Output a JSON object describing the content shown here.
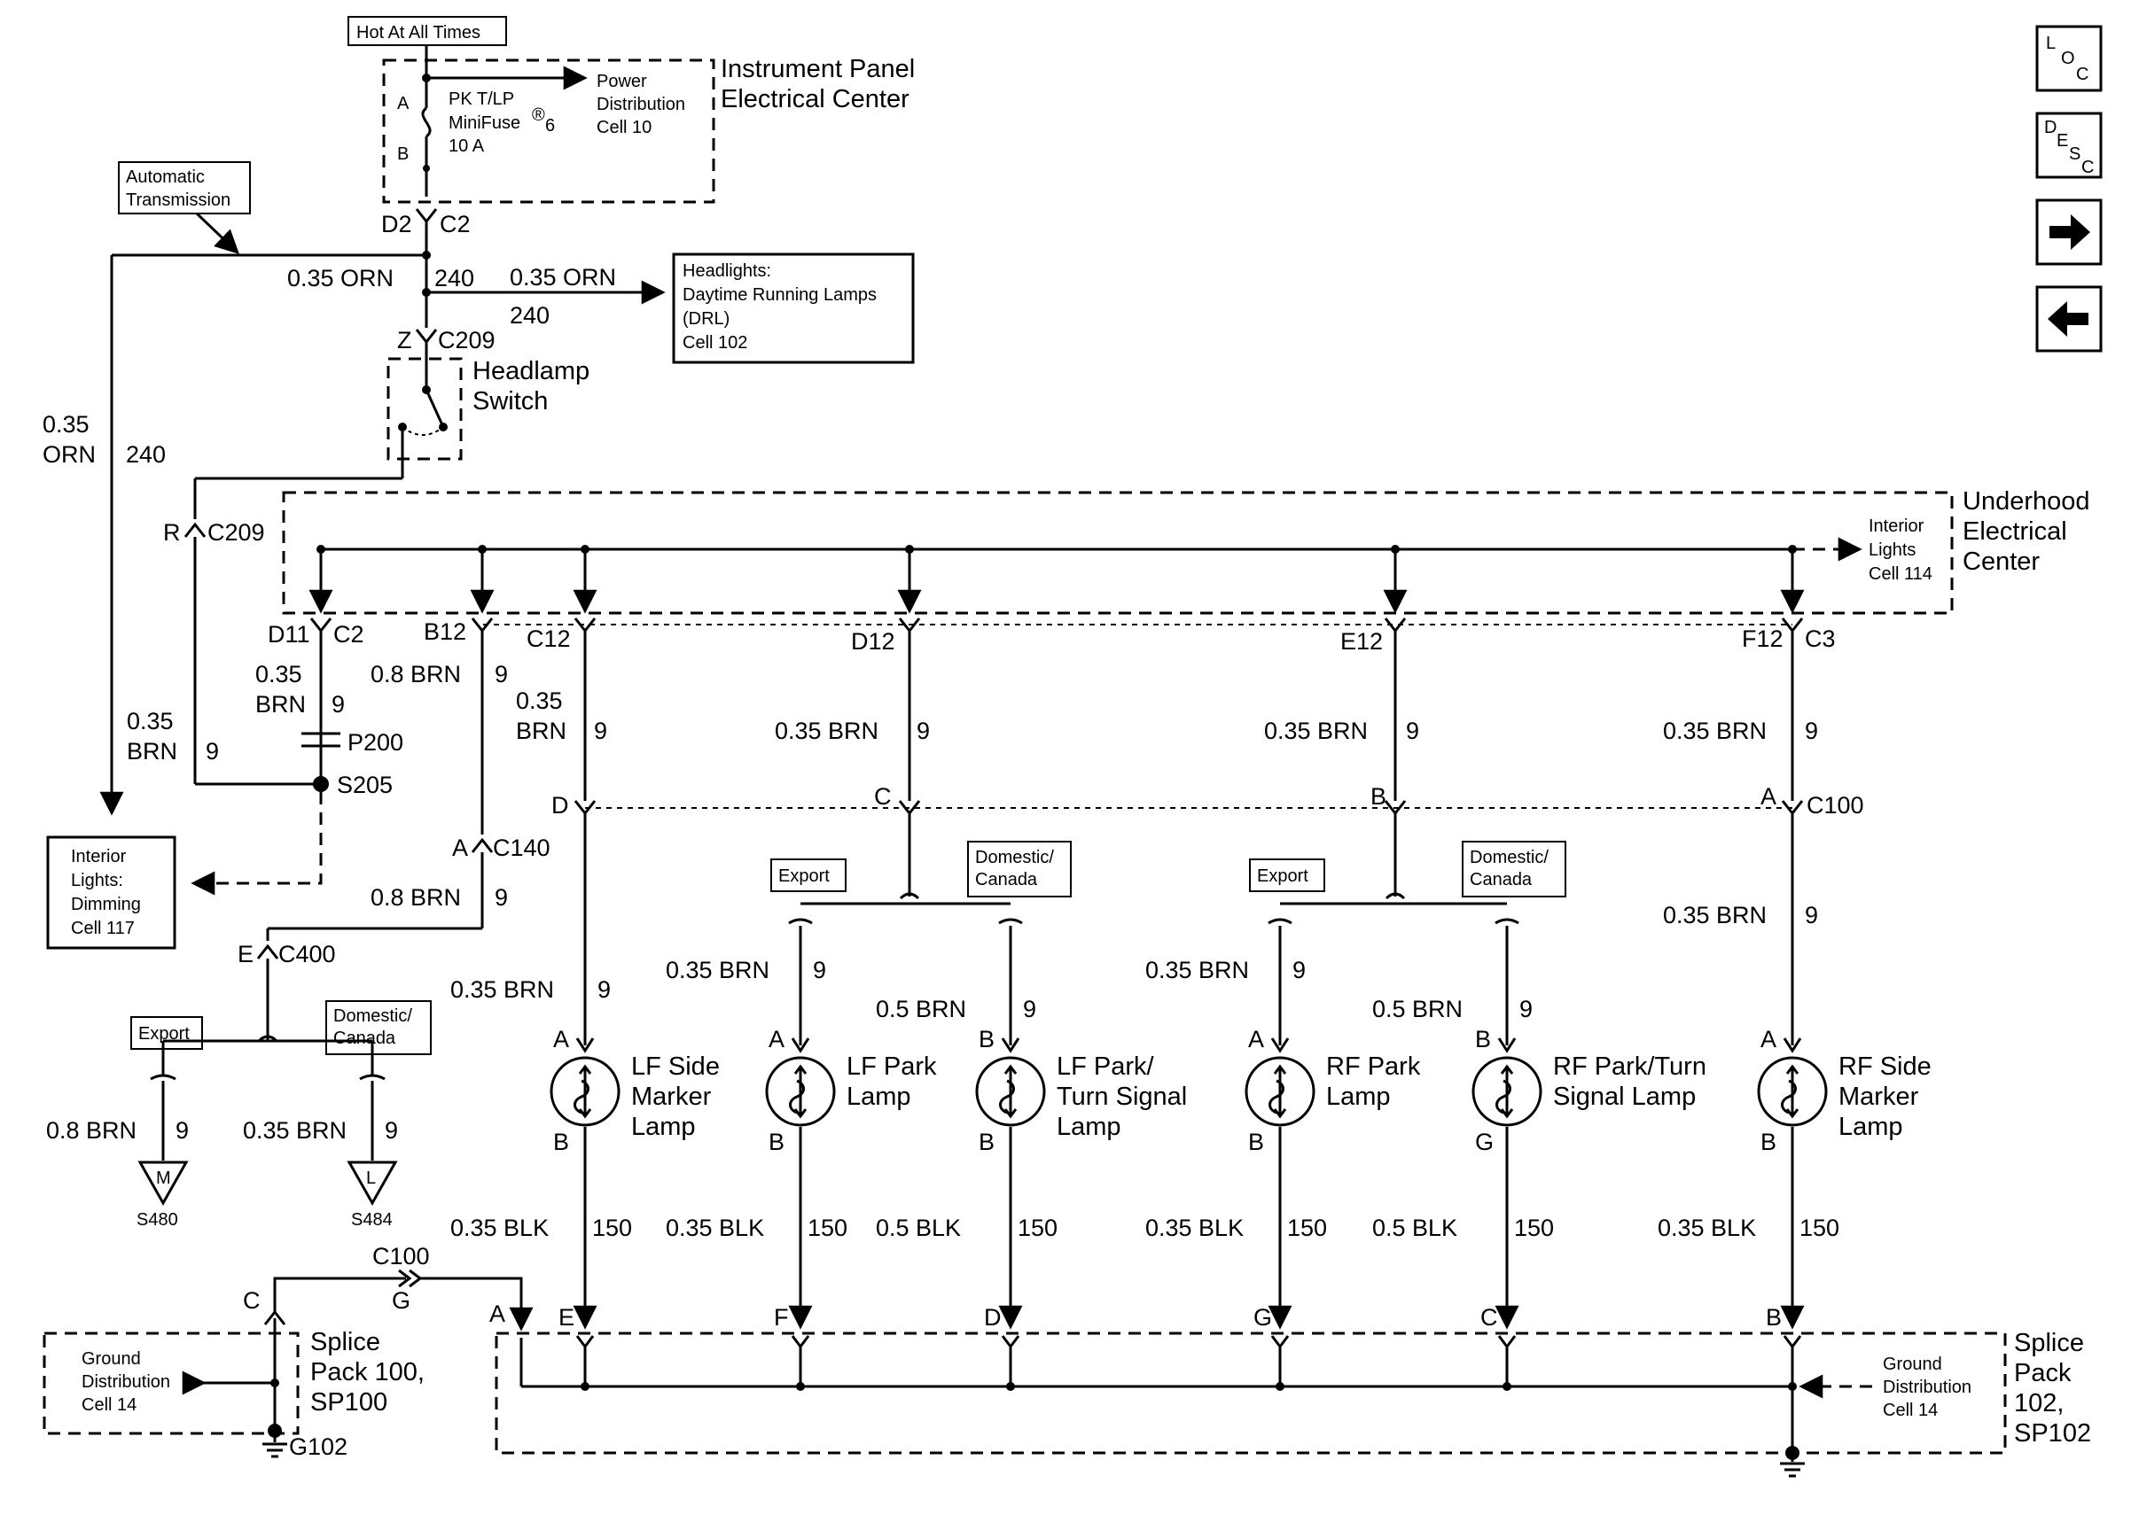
{
  "top": {
    "hot": "Hot At All Times",
    "ipec": [
      "Instrument Panel",
      "Electrical Center"
    ],
    "fuse": [
      "PK T/LP",
      "MiniFuse",
      "6",
      "10 A"
    ],
    "fuse_reg": "®",
    "fuse_pins": [
      "A",
      "B"
    ],
    "power_dist": [
      "Power",
      "Distribution",
      "Cell 10"
    ],
    "d2": "D2",
    "c2": "C2",
    "auto_trans": [
      "Automatic",
      "Transmission"
    ],
    "orn_left": "0.35 ORN",
    "n240a": "240",
    "orn_right": "0.35 ORN",
    "n240b": "240",
    "drl": [
      "Headlights:",
      "Daytime Running Lamps",
      "(DRL)",
      "Cell 102"
    ],
    "z": "Z",
    "c209": "C209",
    "headlamp_switch": [
      "Headlamp",
      "Switch"
    ],
    "left_wire": [
      "0.35",
      "ORN"
    ],
    "n240c": "240",
    "r": "R",
    "c209b": "C209"
  },
  "nav": {
    "loc": [
      "L",
      "O",
      "C"
    ],
    "desc": [
      "D",
      "E",
      "S",
      "C"
    ]
  },
  "uhec": {
    "title": [
      "Underhood",
      "Electrical",
      "Center"
    ],
    "interior": [
      "Interior",
      "Lights",
      "Cell 114"
    ]
  },
  "left": {
    "d11": "D11",
    "c2": "C2",
    "b12": "B12",
    "brn_a": [
      "0.35",
      "BRN"
    ],
    "n9a": "9",
    "brn_b": "0.8 BRN",
    "n9b": "9",
    "p200": "P200",
    "s205": "S205",
    "brn_c": [
      "0.35",
      "BRN"
    ],
    "n9c": "9",
    "dimming": [
      "Interior",
      "Lights:",
      "Dimming",
      "Cell 117"
    ],
    "a": "A",
    "c140": "C140",
    "brn_d": "0.8 BRN",
    "n9d": "9",
    "e": "E",
    "c400": "C400",
    "export": "Export",
    "domestic": [
      "Domestic/",
      "Canada"
    ],
    "brn_m": "0.8 BRN",
    "n9m": "9",
    "brn_l": "0.35 BRN",
    "n9l": "9",
    "m": "M",
    "l": "L",
    "s480": "S480",
    "s484": "S484"
  },
  "mid": {
    "c12": "C12",
    "d12": "D12",
    "e12": "E12",
    "f12": "F12",
    "c3": "C3",
    "brn_c12": [
      "0.35",
      "BRN"
    ],
    "n9_c12": "9",
    "brn_d12": "0.35 BRN",
    "n9_d12": "9",
    "brn_e12": "0.35 BRN",
    "n9_e12": "9",
    "brn_f12": "0.35 BRN",
    "n9_f12": "9",
    "c100_pins": [
      "D",
      "C",
      "B",
      "A"
    ],
    "c100": "C100",
    "export": "Export",
    "domestic": [
      "Domestic/",
      "Canada"
    ],
    "brn_after": "0.35 BRN",
    "n9_after": "9"
  },
  "lamps": [
    {
      "name": [
        "LF Side",
        "Marker",
        "Lamp"
      ],
      "top_pin": "A",
      "bot_pin": "B",
      "wire_top": "0.35 BRN",
      "n_top": "9",
      "wire_bot": "0.35 BLK",
      "n_bot": "150",
      "sp_pin": "E"
    },
    {
      "name": [
        "LF Park",
        "Lamp"
      ],
      "top_pin": "A",
      "bot_pin": "B",
      "wire_top": "0.35 BRN",
      "n_top": "9",
      "wire_bot": "0.35 BLK",
      "n_bot": "150",
      "sp_pin": "F"
    },
    {
      "name": [
        "LF Park/",
        "Turn Signal",
        "Lamp"
      ],
      "top_pin": "B",
      "bot_pin": "B",
      "wire_top": "0.5 BRN",
      "n_top": "9",
      "wire_bot": "0.5 BLK",
      "n_bot": "150",
      "sp_pin": "D"
    },
    {
      "name": [
        "RF Park",
        "Lamp"
      ],
      "top_pin": "A",
      "bot_pin": "B",
      "wire_top": "0.35 BRN",
      "n_top": "9",
      "wire_bot": "0.35 BLK",
      "n_bot": "150",
      "sp_pin": "G"
    },
    {
      "name": [
        "RF Park/Turn",
        "Signal Lamp"
      ],
      "top_pin": "B",
      "bot_pin": "G",
      "wire_top": "0.5 BRN",
      "n_top": "9",
      "wire_bot": "0.5 BLK",
      "n_bot": "150",
      "sp_pin": "C"
    },
    {
      "name": [
        "RF Side",
        "Marker",
        "Lamp"
      ],
      "top_pin": "A",
      "bot_pin": "B",
      "wire_top": "0.35 BRN",
      "n_top": "9",
      "wire_bot": "0.35 BLK",
      "n_bot": "150",
      "sp_pin": "B"
    }
  ],
  "bottom": {
    "c100": "C100",
    "c": "C",
    "g": "G",
    "a": "A",
    "sp100": [
      "Splice",
      "Pack 100,",
      "SP100"
    ],
    "gd_left": [
      "Ground",
      "Distribution",
      "Cell 14"
    ],
    "g102": "G102",
    "sp102": [
      "Splice",
      "Pack",
      "102,",
      "SP102"
    ],
    "gd_right": [
      "Ground",
      "Distribution",
      "Cell 14"
    ]
  }
}
